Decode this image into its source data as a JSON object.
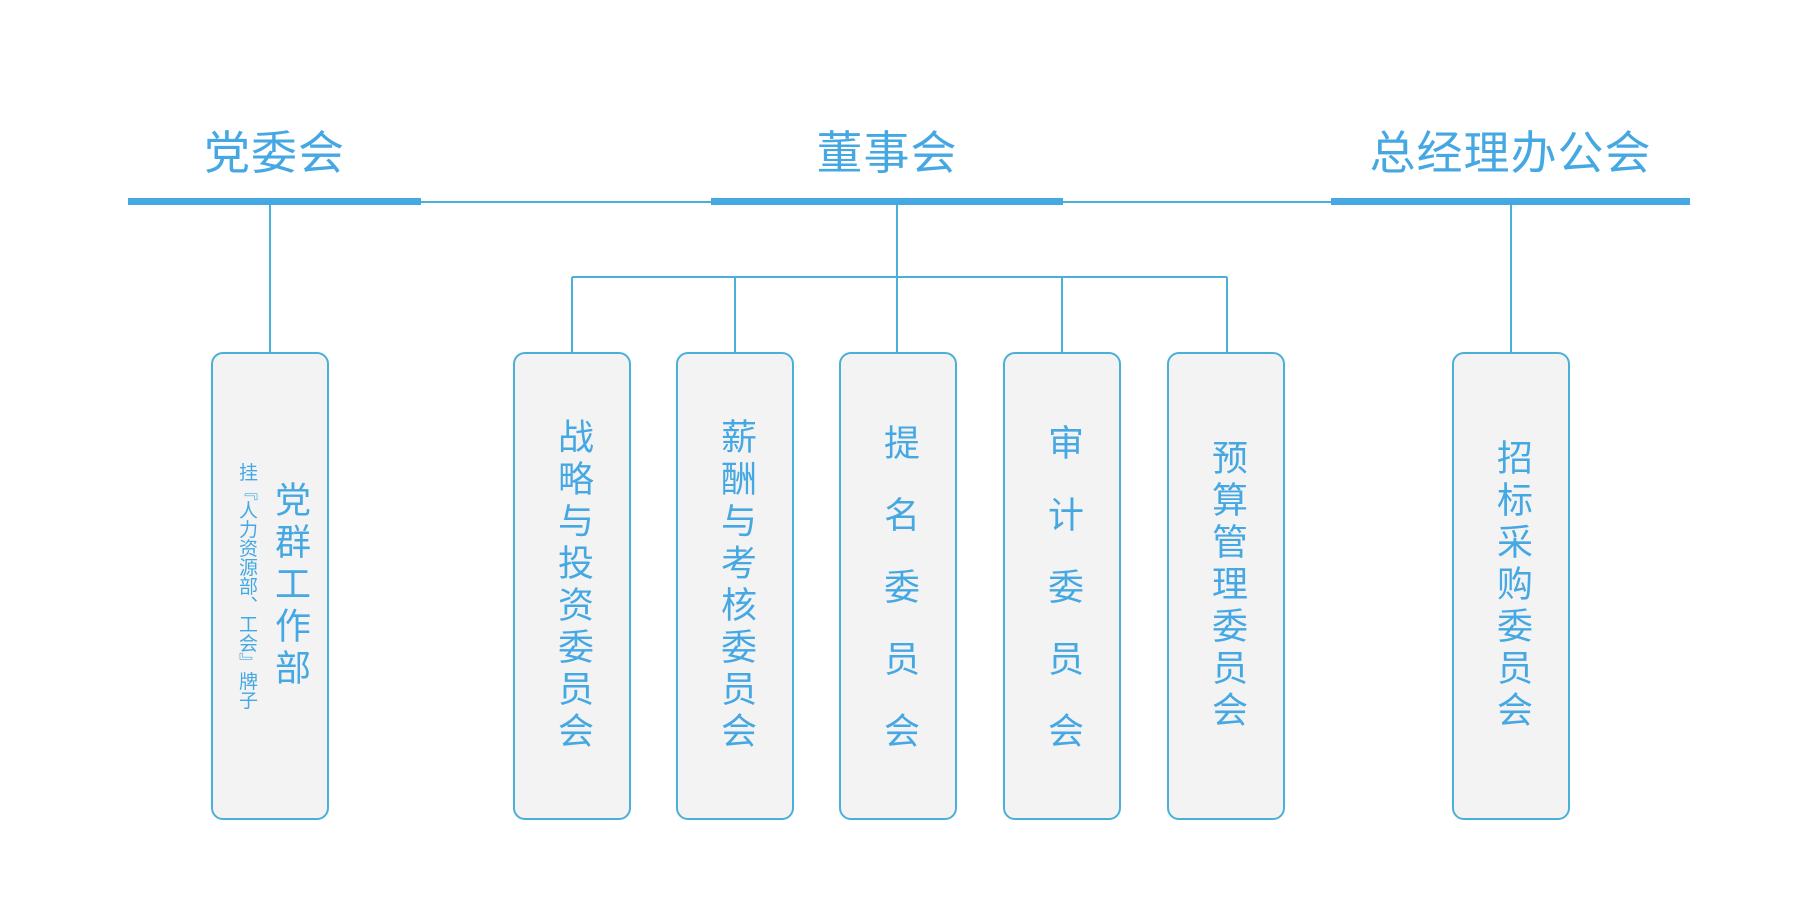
{
  "heads": [
    {
      "id": "party",
      "title": "党委会"
    },
    {
      "id": "board",
      "title": "董事会"
    },
    {
      "id": "gm",
      "title": "总经理办公会"
    }
  ],
  "party_box": {
    "title": "党群工作部",
    "note": "挂『人力资源部、工会』牌子"
  },
  "board_boxes": [
    {
      "title": "战略与投资委员会"
    },
    {
      "title": "薪酬与考核委员会"
    },
    {
      "title": "提名委员会"
    },
    {
      "title": "审计委员会"
    },
    {
      "title": "预算管理委员会"
    }
  ],
  "gm_box": {
    "title": "招标采购委员会"
  },
  "colors": {
    "accent": "#45a8e3",
    "line": "#4ab0d8",
    "box_fill": "#f3f3f3"
  }
}
